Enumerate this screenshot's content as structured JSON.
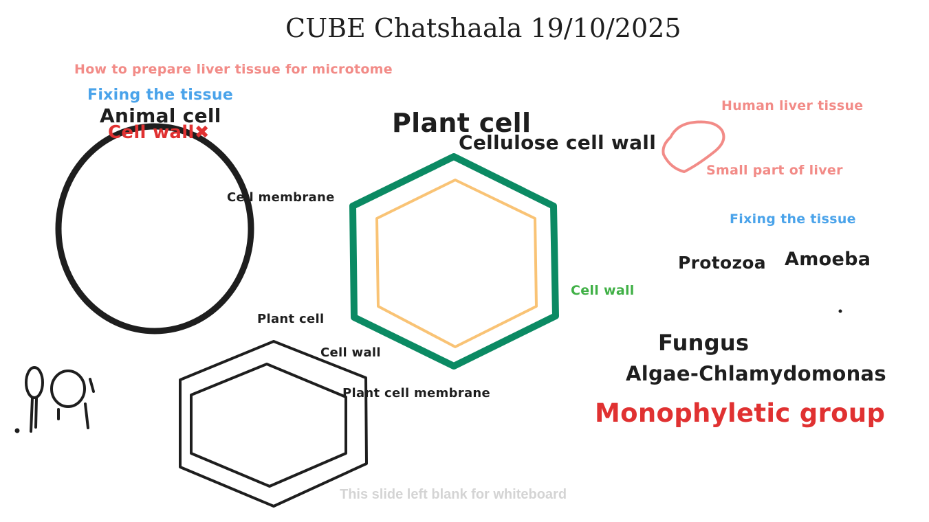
{
  "title": "CUBE Chatshaala 19/10/2025",
  "notes": {
    "liver_question": "How to prepare liver tissue for microtome",
    "fixing_left": "Fixing the tissue",
    "animal_cell": "Animal cell",
    "cell_wall_crossed": "Cell wall",
    "cell_membrane": "Cell membrane",
    "plant_cell_big": "Plant cell",
    "cellulose_cell_wall": "Cellulose cell wall",
    "cell_wall_green": "Cell wall",
    "human_liver_tissue": "Human liver tissue",
    "small_part_of_liver": "Small part of liver",
    "fixing_right": "Fixing the tissue",
    "protozoa": "Protozoa",
    "amoeba": "Amoeba",
    "fungus": "Fungus",
    "algae": "Algae-Chlamydomonas",
    "monophyletic": "Monophyletic group",
    "plant_cell_small": "Plant cell",
    "cell_wall_small": "Cell wall",
    "plant_cell_membrane": "Plant cell membrane"
  },
  "footer": "This slide left blank for whiteboard",
  "colors": {
    "ink": "#1e1e1e",
    "pink": "#f28b87",
    "blue": "#4aa3ea",
    "red": "#e03131",
    "green": "#0b8a63",
    "light_green": "#40b046",
    "orange": "#f9c375",
    "gray": "#d4d4d4"
  }
}
